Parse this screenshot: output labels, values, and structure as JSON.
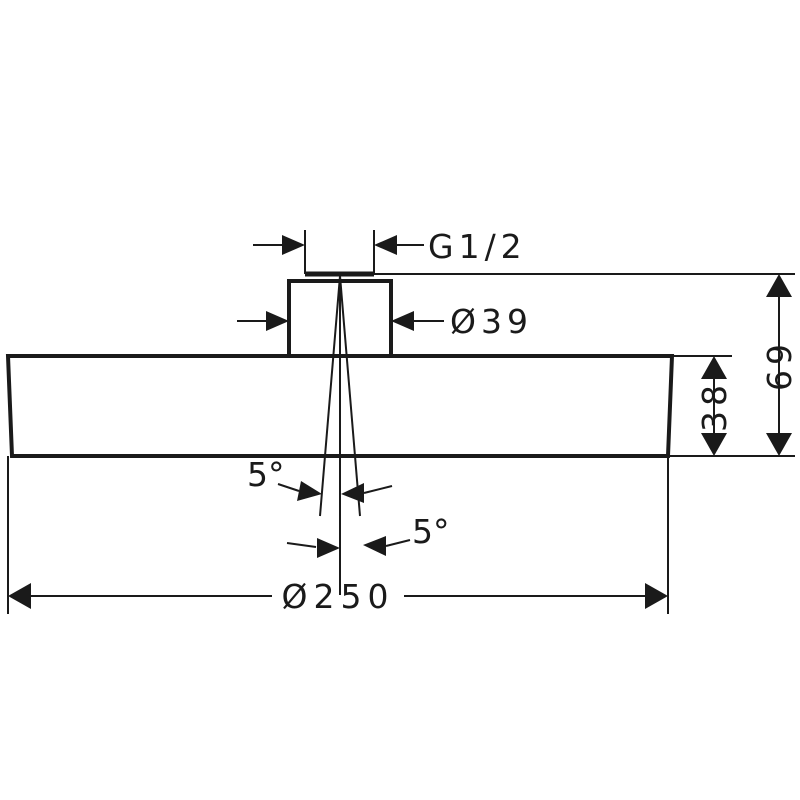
{
  "drawing": {
    "colors": {
      "line": "#1a1a1a",
      "background": "#ffffff"
    },
    "dimensions": {
      "thread": "G1/2",
      "connector_diameter": "Ø39",
      "head_diameter": "Ø250",
      "head_height": "38",
      "total_height": "69",
      "angle_left": "5°",
      "angle_right": "5°"
    }
  }
}
